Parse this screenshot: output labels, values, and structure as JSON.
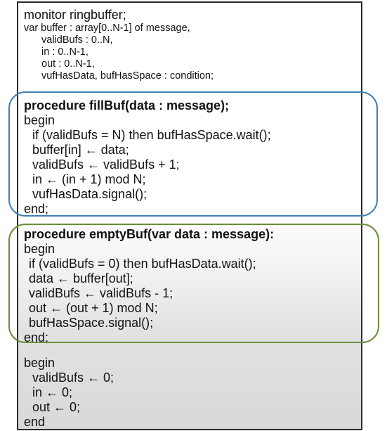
{
  "declarations": {
    "header": "monitor ringbuffer;",
    "line1": "var buffer : array[0..N-1] of message,",
    "line2": "validBufs : 0..N,",
    "line3": "in : 0..N-1,",
    "line4": "out : 0..N-1,",
    "line5": "vufHasData, bufHasSpace : condition;"
  },
  "fill_buf": {
    "heading": "procedure fillBuf(data : message);",
    "begin": "begin",
    "line1": "if (validBufs = N) then bufHasSpace.wait();",
    "line2": "buffer[in] ← data;",
    "line3": "validBufs ← validBufs + 1;",
    "line4": "in ← (in + 1) mod N;",
    "line5": "vufHasData.signal();",
    "end": "end;"
  },
  "empty_buf": {
    "heading": "procedure emptyBuf(var data : message):",
    "begin": "begin",
    "line1": "if (validBufs = 0) then bufHasData.wait();",
    "line2": "data ← buffer[out];",
    "line3": "validBufs ← validBufs - 1;",
    "line4": "out ← (out + 1) mod N;",
    "line5": "bufHasSpace.signal();",
    "end": "end;"
  },
  "init": {
    "begin": "begin",
    "line1": "validBufs ← 0;",
    "line2": "in ← 0;",
    "line3": "out ← 0;",
    "end": "end"
  },
  "colors": {
    "fill_box_border": "#3f7fb5",
    "empty_box_border": "#6b8c3a",
    "frame_border": "#2b2b2b"
  }
}
